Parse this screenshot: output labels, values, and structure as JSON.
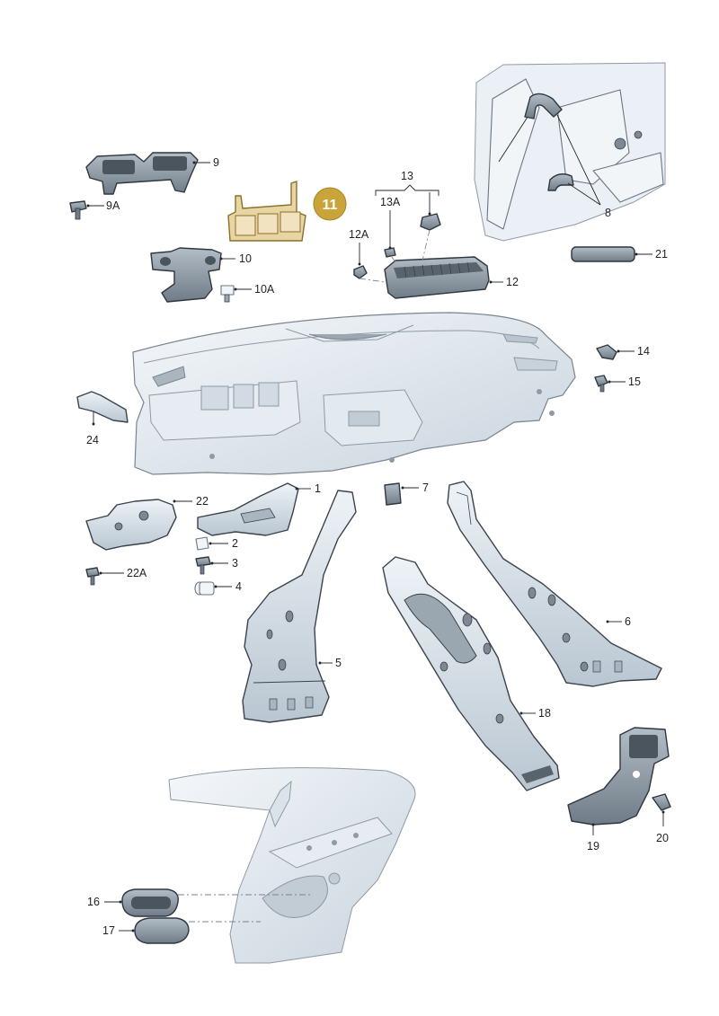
{
  "callouts": {
    "c1": "1",
    "c2": "2",
    "c3": "3",
    "c4": "4",
    "c5": "5",
    "c6": "6",
    "c7": "7",
    "c8": "8",
    "c9": "9",
    "c9a": "9A",
    "c10": "10",
    "c10a": "10A",
    "c11": "11",
    "c12": "12",
    "c12a": "12A",
    "c13": "13",
    "c13a": "13A",
    "c14": "14",
    "c15": "15",
    "c16": "16",
    "c17": "17",
    "c18": "18",
    "c19": "19",
    "c20": "20",
    "c21": "21",
    "c22": "22",
    "c22a": "22A",
    "c24": "24"
  },
  "colors": {
    "highlight_badge": "#c9a43a",
    "highlight_part": "#e8d5a4",
    "part_light": "#dce6ef",
    "part_dark": "#8d99a4",
    "outline": "#3a434c"
  }
}
